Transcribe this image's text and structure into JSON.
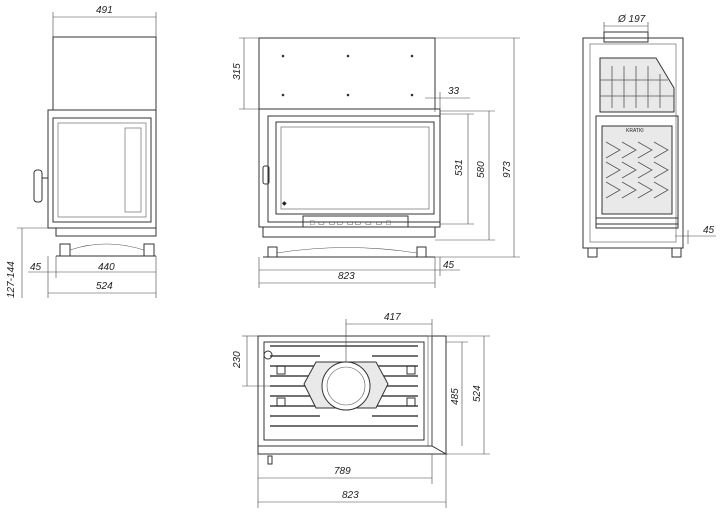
{
  "views": {
    "side_left": {
      "dims": {
        "width_top": "491",
        "height_legs": "127-144",
        "offset_left": "45",
        "width_inner": "440",
        "width_total": "524"
      }
    },
    "front": {
      "dims": {
        "top_height": "315",
        "offset_right": "33",
        "door_height": "531",
        "height_580": "580",
        "height_total": "973",
        "width_total": "823",
        "offset_bottom_right": "45"
      },
      "handle_text": "□ ▭ ▭▭ ▭▭ ▭ ▭ □",
      "logo_text": "◆"
    },
    "side_right": {
      "dims": {
        "flue_diameter": "Ø 197",
        "offset_right": "45"
      },
      "plate_text": "KRATKI"
    },
    "top": {
      "dims": {
        "flue_offset": "417",
        "flue_depth": "230",
        "depth_inner": "485",
        "depth_total": "524",
        "width_inner": "789",
        "width_total": "823"
      }
    }
  }
}
